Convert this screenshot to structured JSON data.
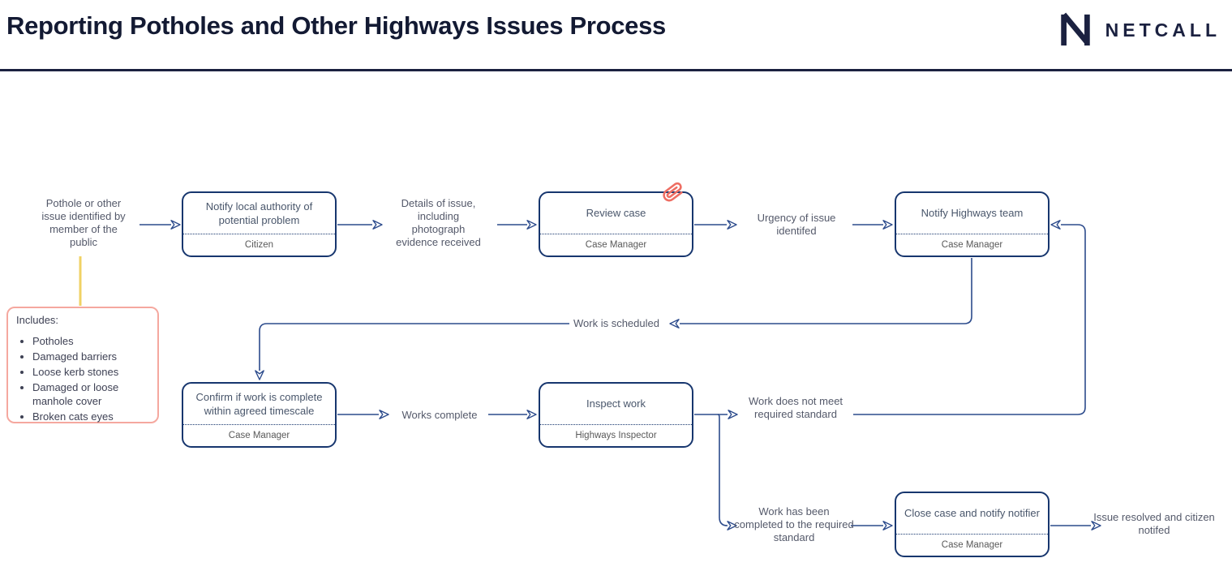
{
  "header": {
    "title": "Reporting Potholes and Other Highways Issues Process",
    "brand": "NETCALL"
  },
  "boxes": [
    {
      "title": "Notify local authority of potential problem",
      "role": "Citizen"
    },
    {
      "title": "Review case",
      "role": "Case Manager"
    },
    {
      "title": "Notify Highways team",
      "role": "Case Manager"
    },
    {
      "title": "Confirm if work is complete within agreed timescale",
      "role": "Case Manager"
    },
    {
      "title": "Inspect work",
      "role": "Highways Inspector"
    },
    {
      "title": "Close case and notify notifier",
      "role": "Case Manager"
    }
  ],
  "labels": [
    "Pothole or other issue identified by member of the public",
    "Details of issue, including photograph evidence received",
    "Urgency of issue identifed",
    "Work is scheduled",
    "Works complete",
    "Work does not meet required standard",
    "Work has been completed to the required standard",
    "Issue resolved and citizen notifed"
  ],
  "note": {
    "heading": "Includes:",
    "items": [
      "Potholes",
      "Damaged barriers",
      "Loose kerb stones",
      "Damaged or loose manhole cover",
      "Broken cats eyes"
    ]
  },
  "icons": {
    "logo": "netcall-n-mark",
    "attachment": "paperclip-icon"
  },
  "colors": {
    "header_navy": "#1b2140",
    "box_border_navy": "#17366e",
    "connector_blue": "#2c4b8c",
    "box_title_gray_blue": "#49566b",
    "label_gray": "#54596a",
    "role_gray": "#595959",
    "note_border_salmon": "#f5a89f",
    "paperclip_coral": "#ee6e63",
    "note_connector_yellow": "#f0d264"
  }
}
